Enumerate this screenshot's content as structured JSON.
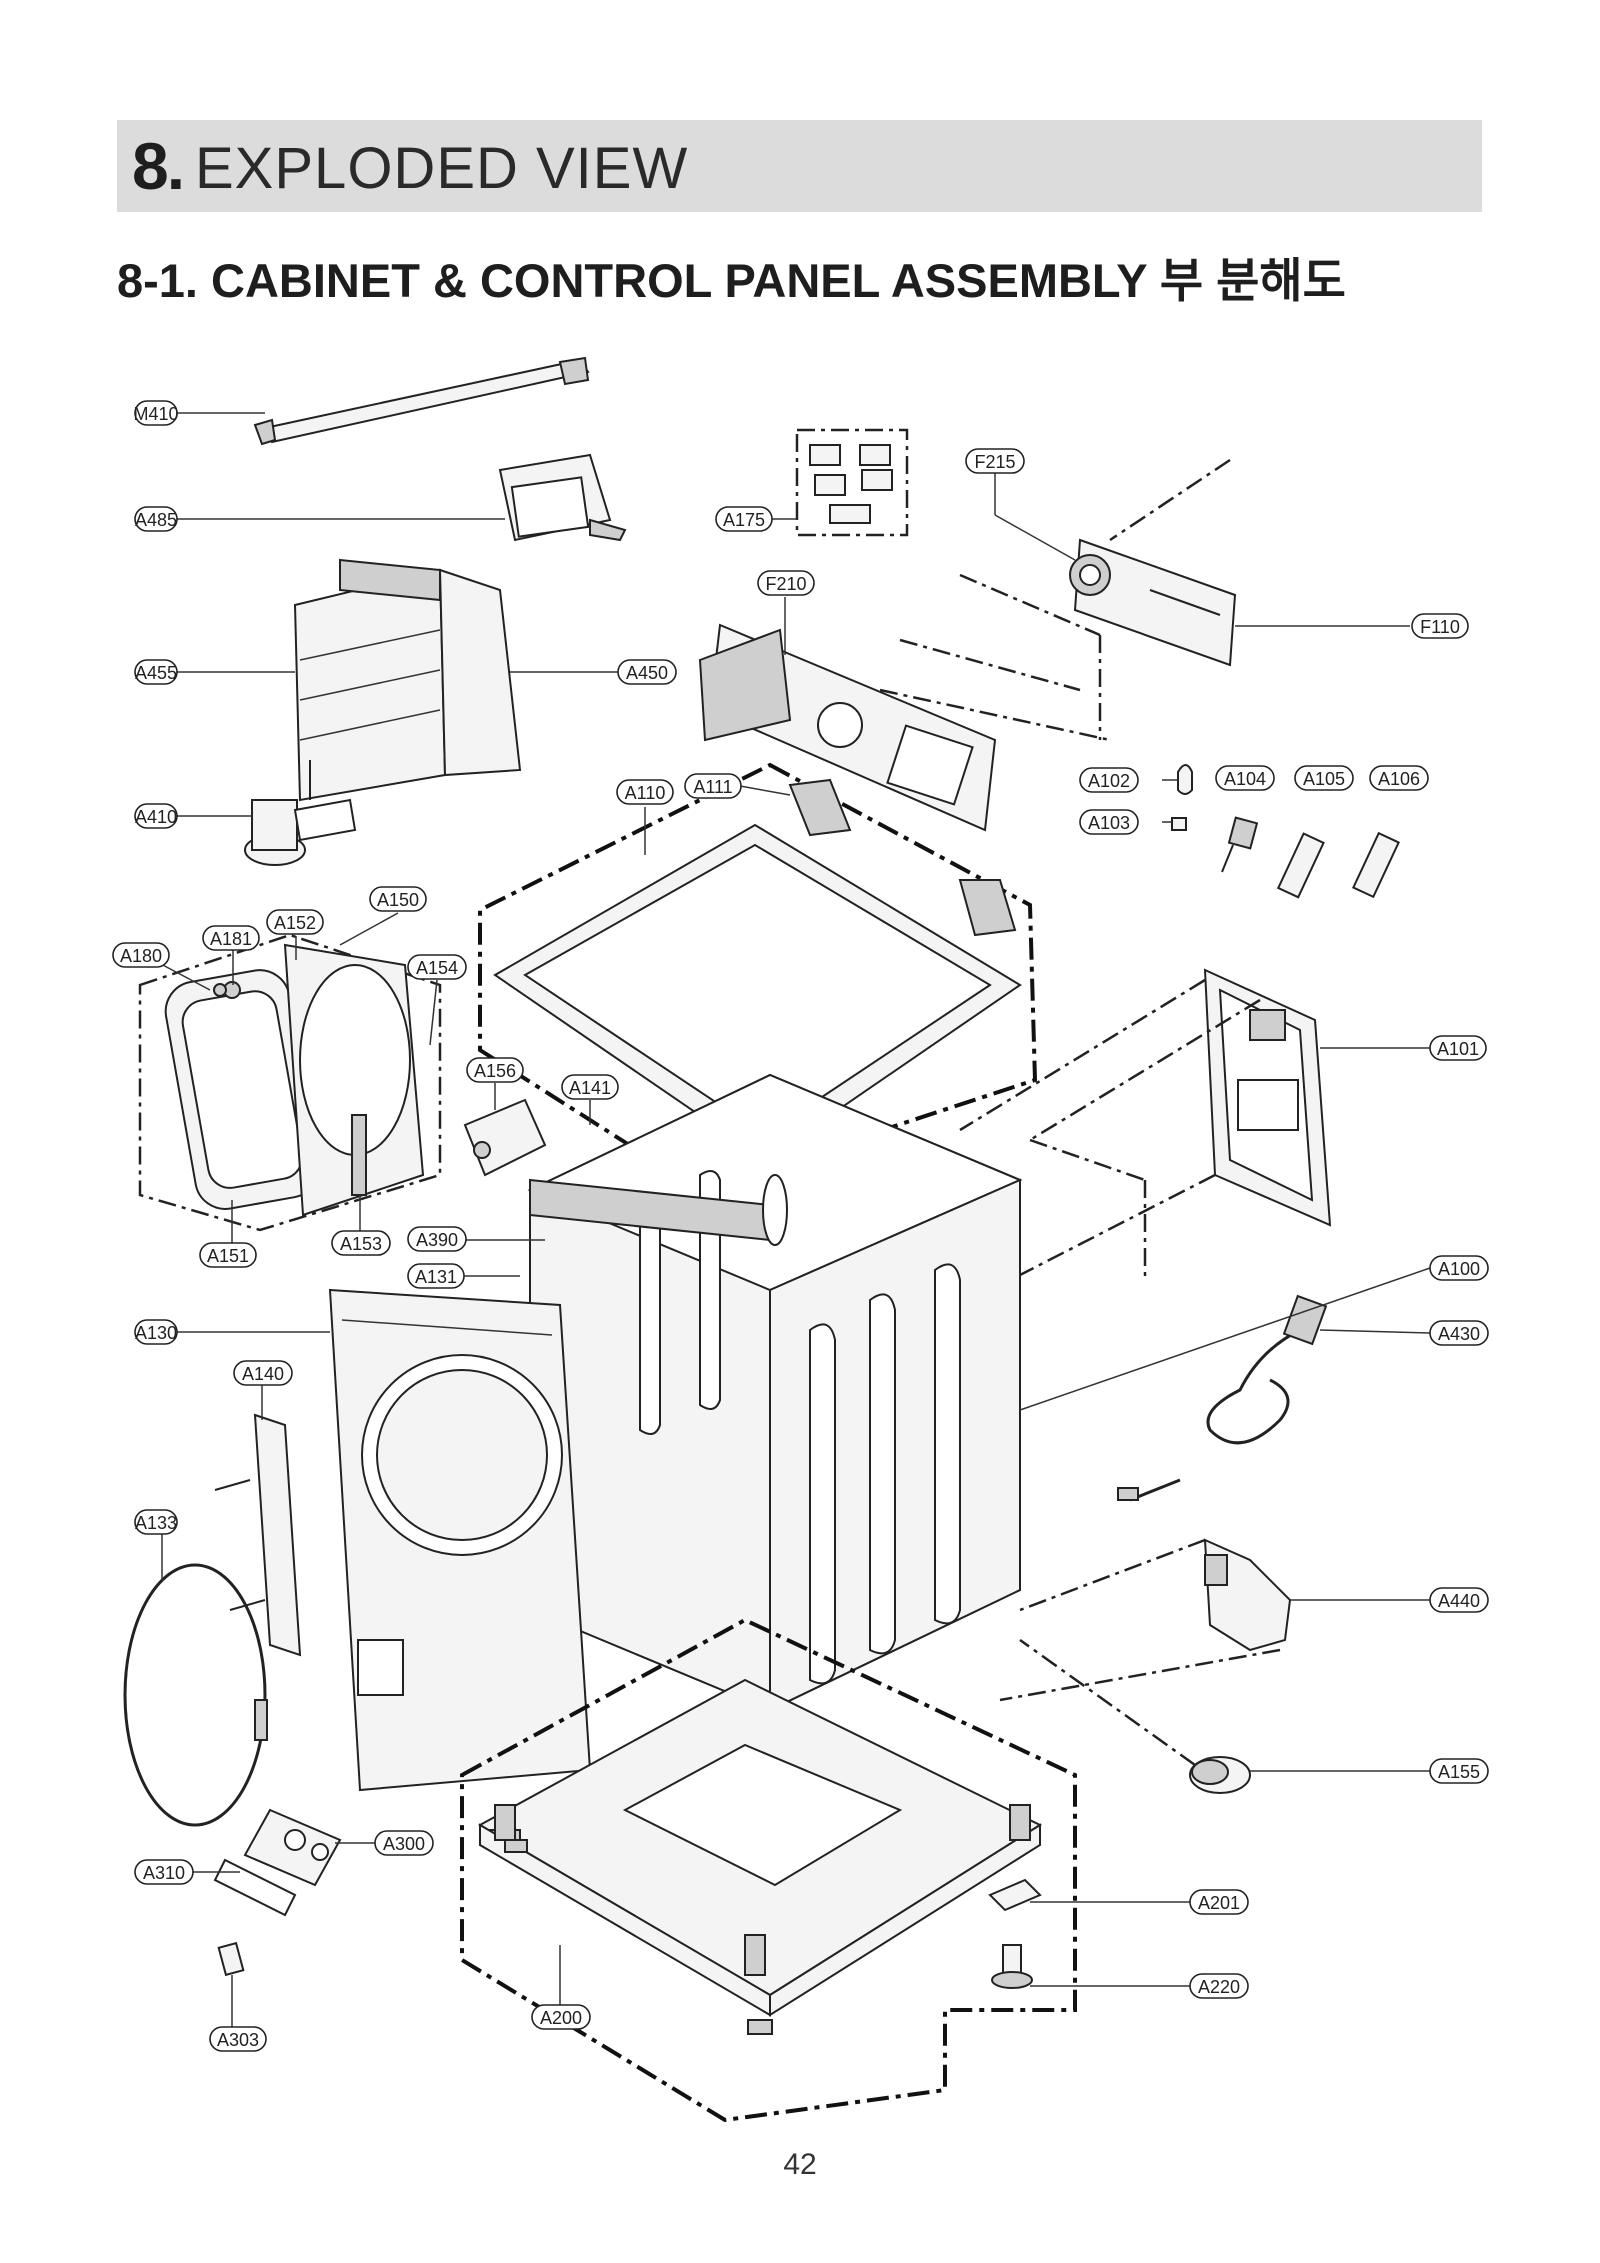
{
  "header": {
    "number": "8.",
    "title": "EXPLODED VIEW"
  },
  "subtitle": "8-1. CABINET & CONTROL PANEL ASSEMBLY 부 분해도",
  "page_number": "42",
  "callouts": [
    {
      "id": "M410",
      "label": "M410"
    },
    {
      "id": "A485",
      "label": "A485"
    },
    {
      "id": "A175",
      "label": "A175"
    },
    {
      "id": "F215",
      "label": "F215"
    },
    {
      "id": "F210",
      "label": "F210"
    },
    {
      "id": "F110",
      "label": "F110"
    },
    {
      "id": "A455",
      "label": "A455"
    },
    {
      "id": "A450",
      "label": "A450"
    },
    {
      "id": "A110",
      "label": "A110"
    },
    {
      "id": "A111",
      "label": "A111"
    },
    {
      "id": "A102",
      "label": "A102"
    },
    {
      "id": "A104",
      "label": "A104"
    },
    {
      "id": "A105",
      "label": "A105"
    },
    {
      "id": "A106",
      "label": "A106"
    },
    {
      "id": "A103",
      "label": "A103"
    },
    {
      "id": "A410",
      "label": "A410"
    },
    {
      "id": "A150",
      "label": "A150"
    },
    {
      "id": "A152",
      "label": "A152"
    },
    {
      "id": "A181",
      "label": "A181"
    },
    {
      "id": "A180",
      "label": "A180"
    },
    {
      "id": "A154",
      "label": "A154"
    },
    {
      "id": "A156",
      "label": "A156"
    },
    {
      "id": "A141",
      "label": "A141"
    },
    {
      "id": "A101",
      "label": "A101"
    },
    {
      "id": "A151",
      "label": "A151"
    },
    {
      "id": "A153",
      "label": "A153"
    },
    {
      "id": "A390",
      "label": "A390"
    },
    {
      "id": "A131",
      "label": "A131"
    },
    {
      "id": "A100",
      "label": "A100"
    },
    {
      "id": "A130",
      "label": "A130"
    },
    {
      "id": "A430",
      "label": "A430"
    },
    {
      "id": "A140",
      "label": "A140"
    },
    {
      "id": "A133",
      "label": "A133"
    },
    {
      "id": "A440",
      "label": "A440"
    },
    {
      "id": "A155",
      "label": "A155"
    },
    {
      "id": "A300",
      "label": "A300"
    },
    {
      "id": "A310",
      "label": "A310"
    },
    {
      "id": "A201",
      "label": "A201"
    },
    {
      "id": "A220",
      "label": "A220"
    },
    {
      "id": "A200",
      "label": "A200"
    },
    {
      "id": "A303",
      "label": "A303"
    }
  ]
}
